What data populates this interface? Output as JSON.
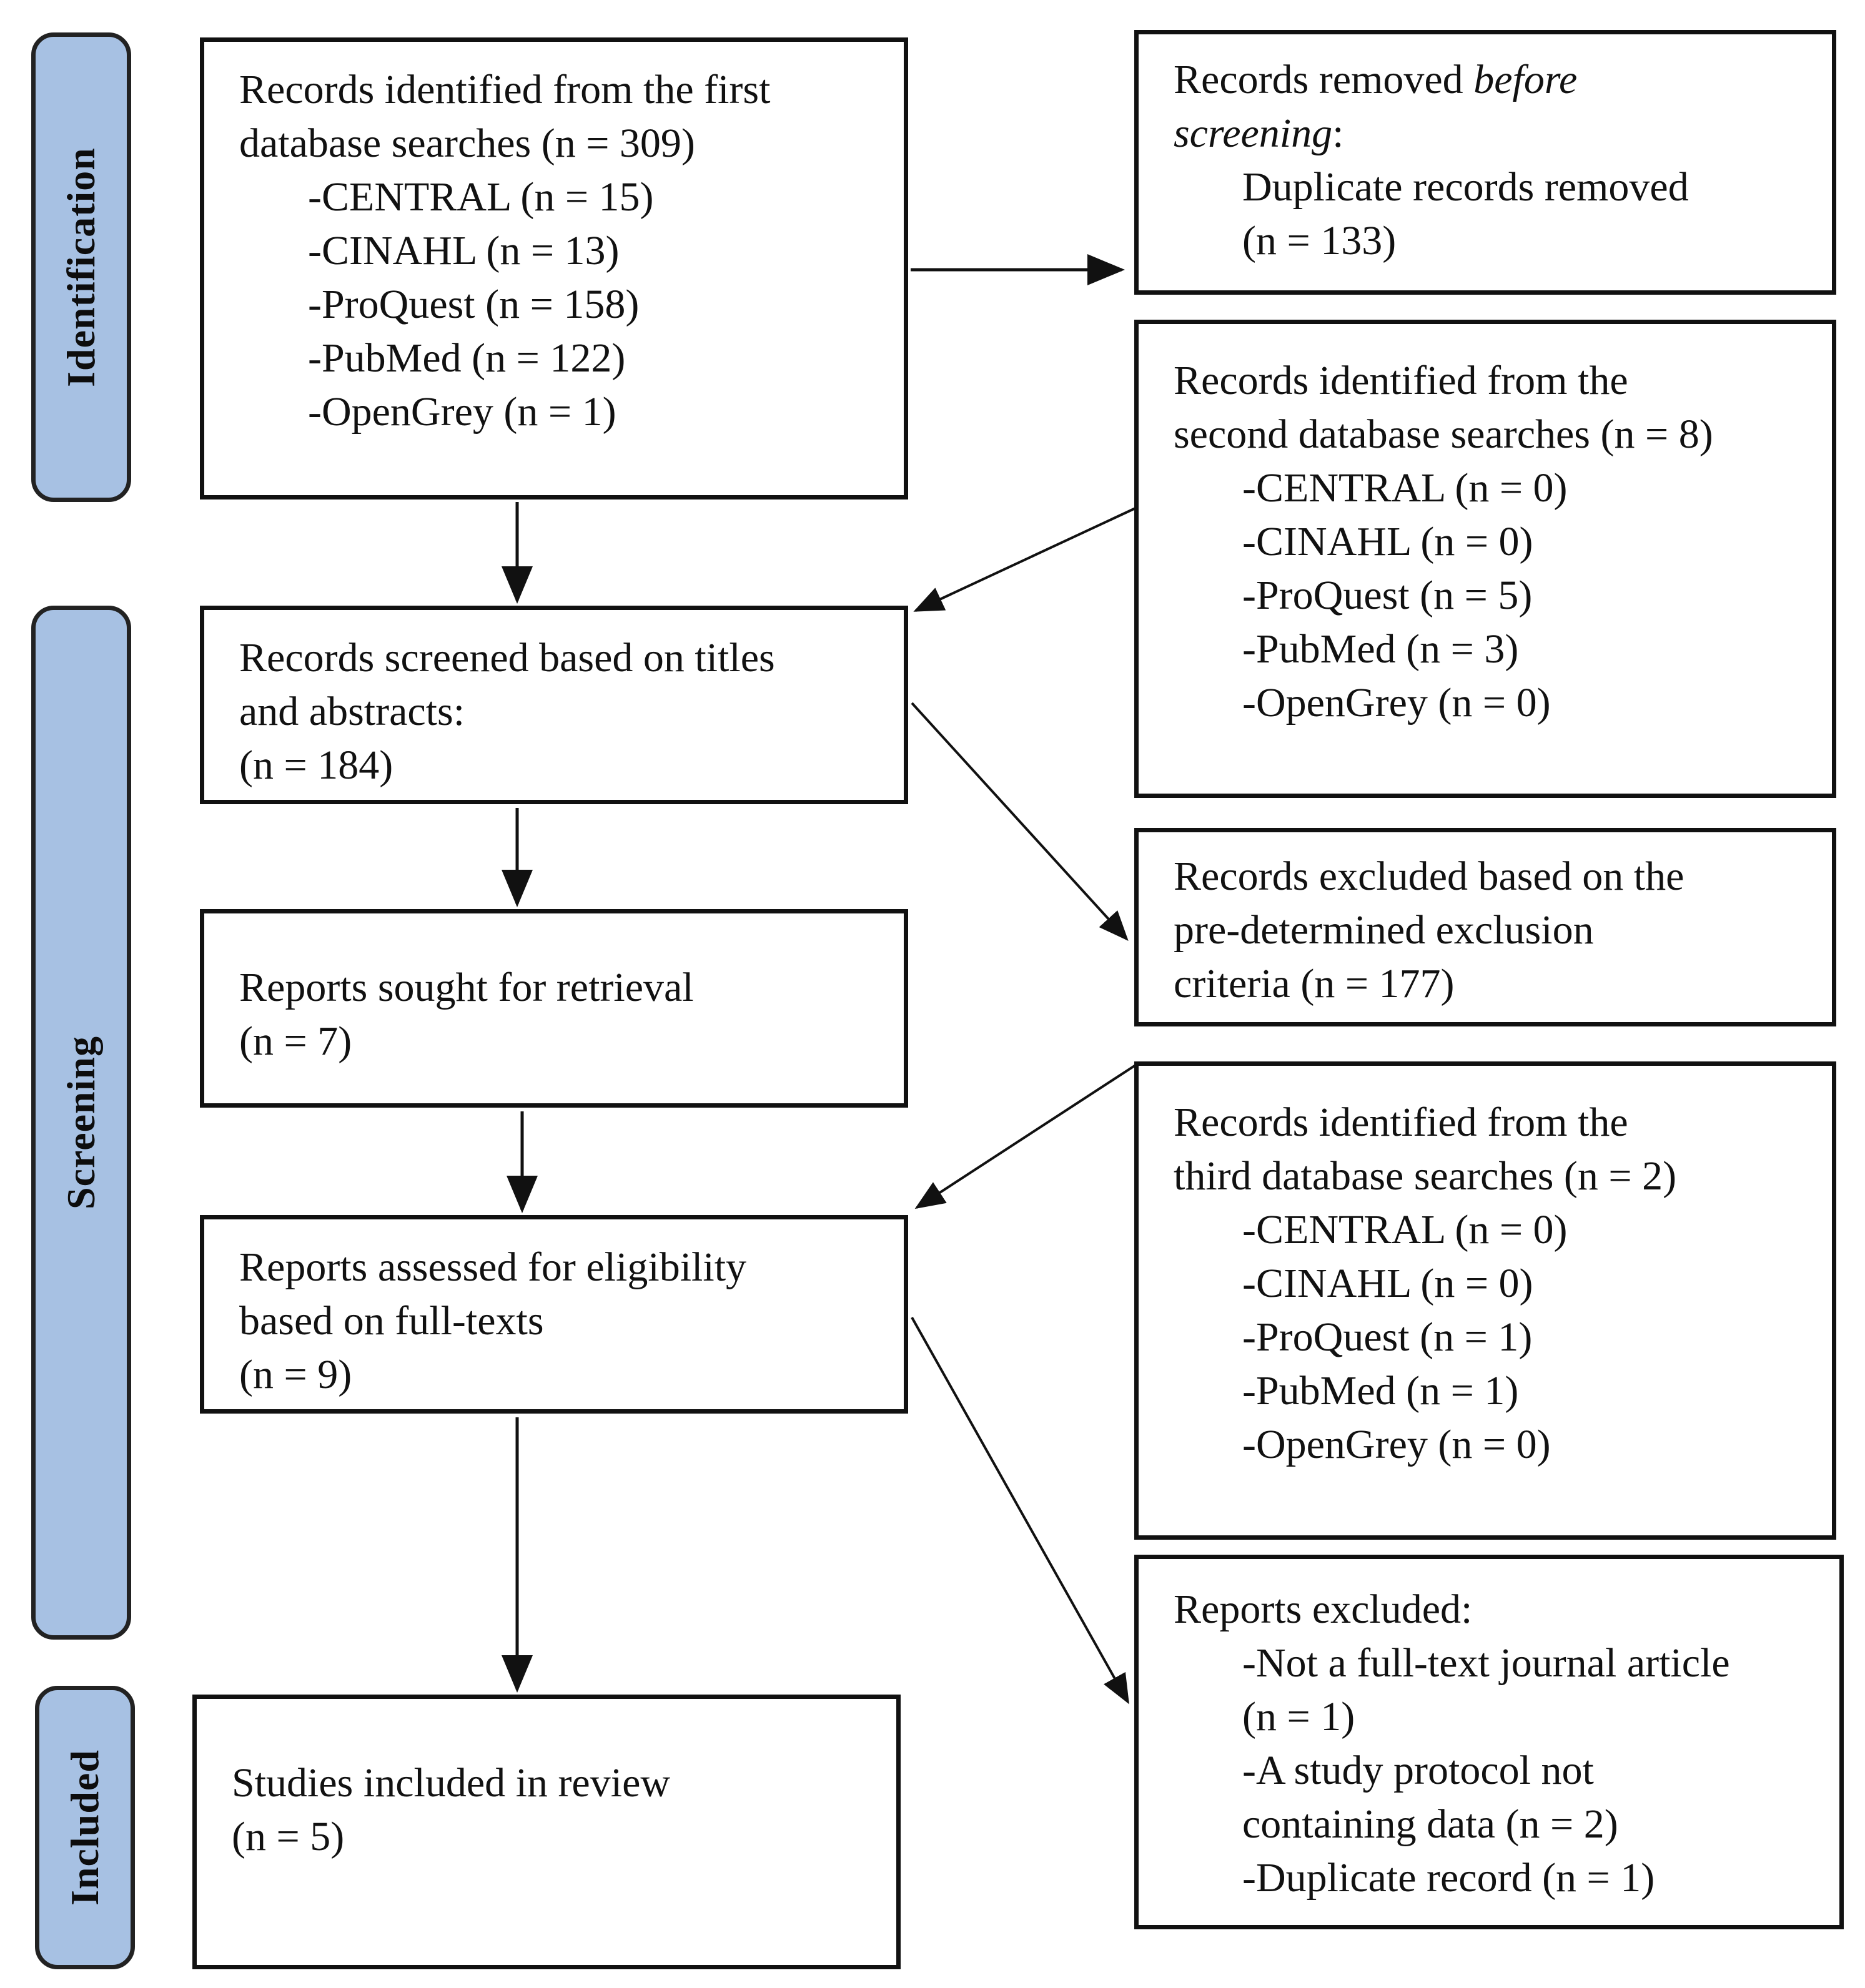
{
  "phases": {
    "identification": "Identification",
    "screening": "Screening",
    "included": "Included"
  },
  "boxes": {
    "first_search": {
      "title_1": "Records identified from the first",
      "title_2": "database searches (n = 309)",
      "items": [
        "-CENTRAL (n = 15)",
        "-CINAHL (n = 13)",
        "-ProQuest (n = 158)",
        "-PubMed (n = 122)",
        "-OpenGrey (n = 1)"
      ]
    },
    "removed": {
      "line_1_a": "Records removed ",
      "line_1_b": "before",
      "line_2_a": "screening",
      "line_2_b": ":",
      "line_3": "Duplicate records removed",
      "line_4": "(n = 133)"
    },
    "second_search": {
      "title_1": "Records identified from the",
      "title_2": "second database searches (n = 8)",
      "items": [
        "-CENTRAL (n = 0)",
        "-CINAHL (n = 0)",
        "-ProQuest (n = 5)",
        "-PubMed (n = 3)",
        "-OpenGrey (n = 0)"
      ]
    },
    "screened": {
      "line_1": "Records screened based on titles",
      "line_2": "and abstracts:",
      "line_3": "(n = 184)"
    },
    "excluded_records": {
      "line_1": "Records excluded based on the",
      "line_2": "pre-determined exclusion",
      "line_3": "criteria (n = 177)"
    },
    "sought": {
      "line_1": "Reports sought for retrieval",
      "line_2": "(n = 7)"
    },
    "third_search": {
      "title_1": "Records identified from the",
      "title_2": "third database searches (n = 2)",
      "items": [
        "-CENTRAL (n = 0)",
        "-CINAHL (n = 0)",
        "-ProQuest (n = 1)",
        "-PubMed (n = 1)",
        "-OpenGrey (n = 0)"
      ]
    },
    "assessed": {
      "line_1": "Reports assessed for eligibility",
      "line_2": "based on full-texts",
      "line_3": "(n = 9)"
    },
    "reports_excluded": {
      "title": "Reports excluded:",
      "lines": [
        "-Not a full-text journal article",
        "(n = 1)",
        "-A study protocol not",
        "containing data (n = 2)",
        "-Duplicate record (n = 1)"
      ]
    },
    "included": {
      "line_1": "Studies included in review",
      "line_2": "(n = 5)"
    }
  }
}
